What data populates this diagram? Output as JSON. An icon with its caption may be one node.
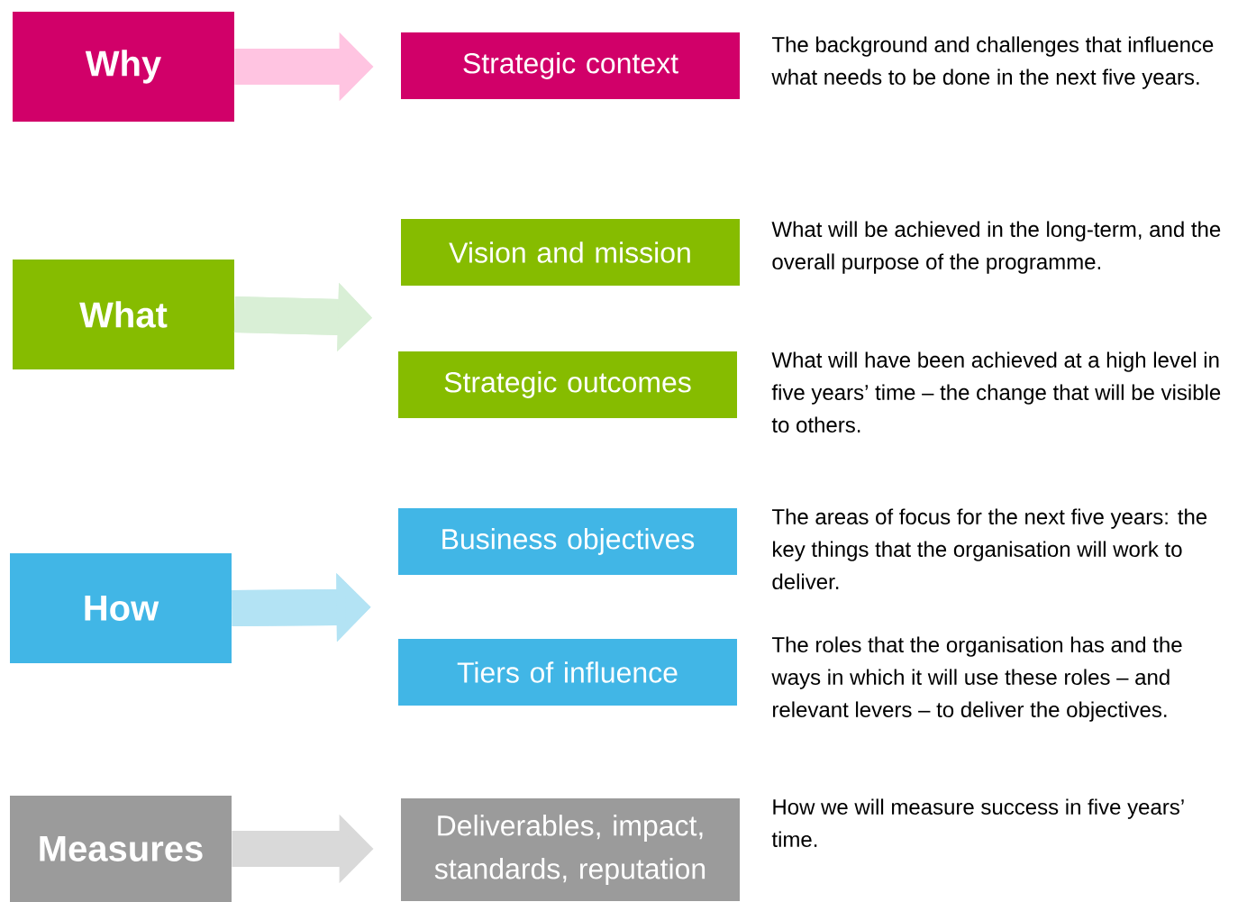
{
  "diagram": {
    "nodes": [
      {
        "text": [
          "Why"
        ]
      },
      {
        "text": [
          "What"
        ]
      },
      {
        "text": [
          "How"
        ]
      },
      {
        "text": [
          "Measures"
        ]
      },
      {
        "text": [
          "Strategic context"
        ],
        "beside": [
          "The background and challenges that influence what needs to be done in the next five years."
        ]
      },
      {
        "text": [
          "Vision and mission"
        ],
        "beside": [
          "What will be achieved in the long-term, and the overall purpose of the programme."
        ]
      },
      {
        "text": [
          "Strategic outcomes"
        ],
        "beside": [
          "What will have been achieved at a high level in five years’ time – the change that will be visible to others."
        ]
      },
      {
        "text": [
          "Business objectives"
        ],
        "beside": [
          "The areas of focus for the next five years: the key things that the organisation will work to deliver."
        ]
      },
      {
        "text": [
          "Tiers of influence"
        ],
        "beside": [
          "The roles that the organisation has and the ways in which it will use these roles – and relevant levers – to deliver the objectives."
        ]
      },
      {
        "text": [
          "Deliverables, impact, standards, reputation"
        ],
        "beside": [
          "How we will measure success in five years’ time."
        ]
      }
    ],
    "edges": [
      {
        "from": 0,
        "to": 4,
        "arrow": "to",
        "color": "#ffc4e1"
      },
      {
        "from": 1,
        "to": 5,
        "arrow": "to",
        "color": "#d9efd6"
      },
      {
        "from": 1,
        "to": 6,
        "arrow": "to",
        "color": "#d9efd6"
      },
      {
        "from": 2,
        "to": 7,
        "arrow": "to",
        "color": "#b3e3f4"
      },
      {
        "from": 2,
        "to": 8,
        "arrow": "to",
        "color": "#b3e3f4"
      },
      {
        "from": 3,
        "to": 9,
        "arrow": "to",
        "color": "#d9d9d9"
      }
    ]
  }
}
